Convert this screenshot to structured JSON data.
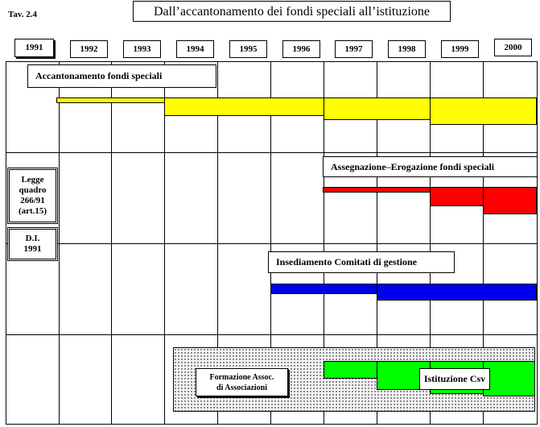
{
  "table_id": "Tav. 2.4",
  "title": "Dall’accantonamento dei fondi speciali all’istituzione",
  "years": [
    "1991",
    "1992",
    "1993",
    "1994",
    "1995",
    "1996",
    "1997",
    "1998",
    "1999",
    "2000"
  ],
  "laws": {
    "legge": [
      "Legge",
      "quadro",
      "266/91",
      "(art.15)"
    ],
    "dl": [
      "D.I.",
      "1991"
    ]
  },
  "phases": {
    "accantonamento": "Accantonamento fondi speciali",
    "assegnazione": "Assegnazione–Erogazione fondi speciali",
    "insediamento": "Insediamento Comitati di gestione",
    "formazione": [
      "Formazione Assoc.",
      "di Associazioni"
    ],
    "istituzione": "Istituzione Csv"
  },
  "colors": {
    "accantonamento": "#ffff00",
    "assegnazione": "#ff0000",
    "insediamento": "#0000ee",
    "istituzione": "#00ff00"
  }
}
